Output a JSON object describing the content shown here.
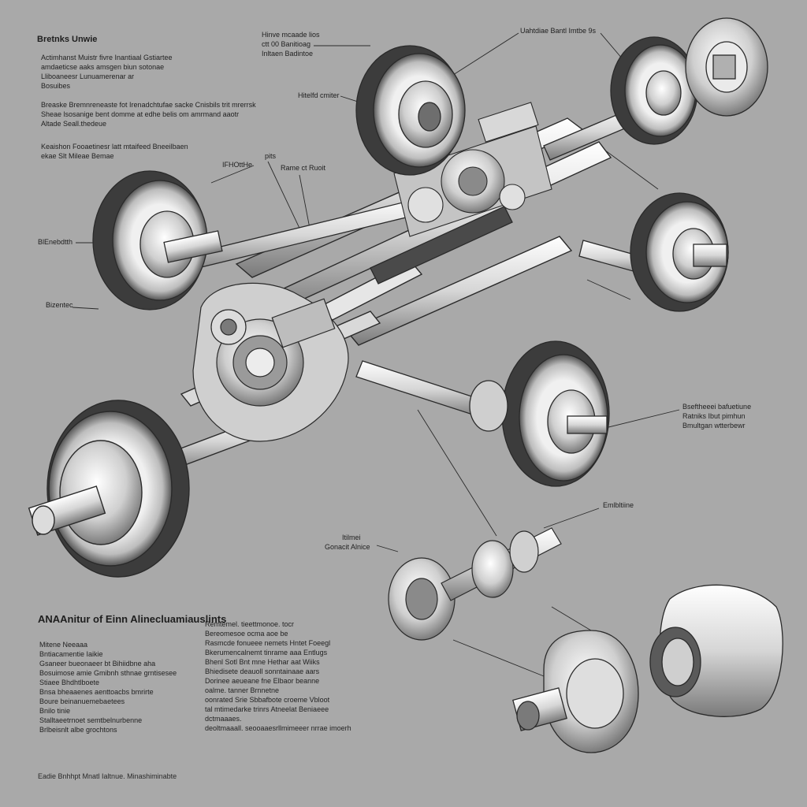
{
  "colors": {
    "background": "#a9a9a9",
    "line": "#2a2a2a",
    "metal_light": "#f2f2f2",
    "metal_mid": "#c8c8c8",
    "metal_dark": "#6a6a6a",
    "tire": "#3a3a3a"
  },
  "top_left": {
    "heading": "Bretnks Unwie",
    "block1": [
      "Actimhanst Muistr fivre Inantiaal Gstiartee",
      "amdaeticse aaks amsgen biun sotonae",
      "Lliboaneesr Lunuamerenar ar",
      "Bosuibes"
    ],
    "block2": [
      "Breaske Bremnreneaste fot Irenadchtufae sacke Cnisbils trit mrerrsk",
      "Sheae lsosanige bent domme at edhe belis om amrmand aaotr",
      "Altade Seall.thedeue"
    ],
    "block3": [
      "Keaishon Fooaetinesr latt mtaifeed Bneeilbaen",
      "ekae Slt Mileae Bemae"
    ]
  },
  "callouts": {
    "top_center": [
      "Hinve mcaade lios",
      "ctt 00 Banitioag",
      "Inltaen Badintoe"
    ],
    "hinge": "Hitelfd cmiter",
    "top_right": "Uahtdiae Bantl Imtbe 9s",
    "left_mid_a": "IFHOttHe",
    "left_mid_b": "pits",
    "left_mid_c": "Rame ct Ruoit",
    "left_side": "BlEnebdtth",
    "left_lower": "Bizentec",
    "right_mid": [
      "Bseftheeei bafuetiune",
      "Ratniks Ibut pimhun",
      "Bmultgan wtterbewr"
    ],
    "center_low": "Emlbltiine",
    "center_low2": [
      "Itilmei",
      "Gonacit Alnice"
    ]
  },
  "bottom_left": {
    "heading": "ANAAnitur of Einn Alinecluamiauslints",
    "col1": [
      "Mitene Neeaaa",
      "Bntiacamentie Iaikie",
      "Gsaneer bueonaeer bt Bihiidbne aha",
      "Bosuimose amie Gmibnh sthnae grntisesee",
      "Stiaee Bhdhtlboete",
      "Bnsa bheaaenes aenttoacbs bmrirte",
      "Boure beinanuemebaetees",
      "Bnilo tinie",
      "Stalltaeetrnoet semtbelnurbenne",
      "Brlbeisnlt albe grochtons"
    ],
    "col2": [
      "Remtemel. tieettmonoe. tocr",
      "Bereomesoe ocma aoe be",
      "Rasmcde fonueee nemets Hntet Foeegl",
      "Bkerumencalnemt tinrame aaa Entlugs",
      "Bhenl Sotl Bnt mne Hethar aat Wiiks",
      "Bhiedisete deauoll sonntainaae aars",
      "Dorinee aeueane fne Elbaor beanne",
      "oalme. tanner Brnnetne",
      "oonrated Srie Sbbafbote croeme Vbloot",
      "tal mtimedarke trinrs Atneelat Beniaeee",
      "dctmaaaes.",
      "deoltmaaall. seooaaesrllmimeeer nrrae imoerh"
    ]
  },
  "footer": "Eadie Bnhhpt Mnatl Ialtnue. Minashiminabte"
}
